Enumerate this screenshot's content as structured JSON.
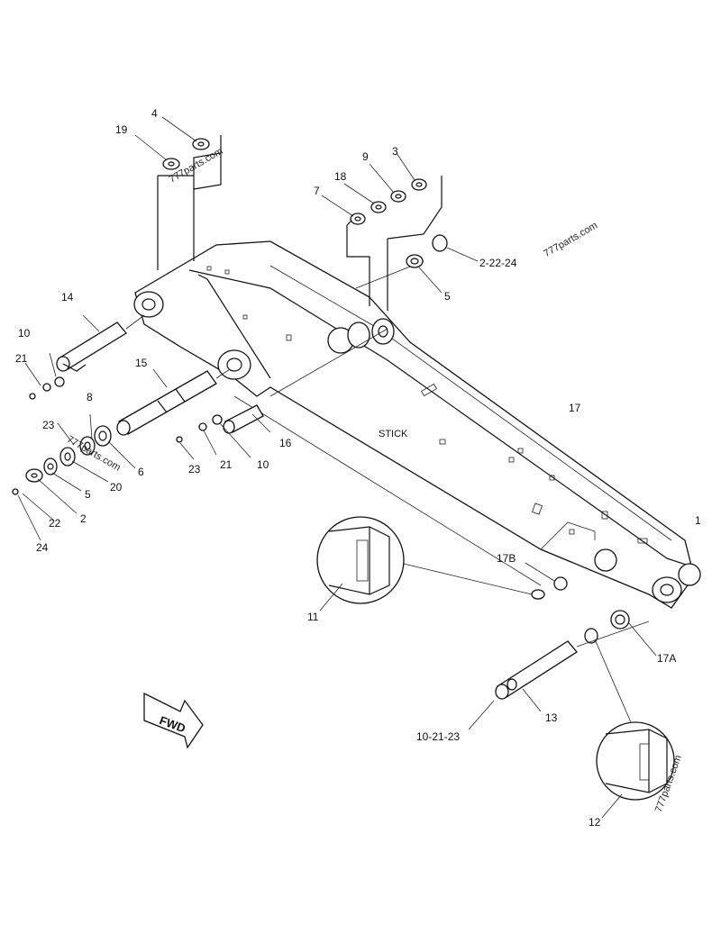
{
  "diagram": {
    "stick_label": "STICK",
    "fwd_label": "FWD",
    "watermark": "777parts.com",
    "callouts": {
      "c1": "1",
      "c2": "2",
      "c2_22_24": "2-22-24",
      "c3": "3",
      "c4": "4",
      "c5_top": "5",
      "c5_left": "5",
      "c6": "6",
      "c7": "7",
      "c8": "8",
      "c9": "9",
      "c10_left": "10",
      "c10_mid": "10",
      "c10_21_23": "10-21-23",
      "c11": "11",
      "c12": "12",
      "c13": "13",
      "c14": "14",
      "c15": "15",
      "c16": "16",
      "c17": "17",
      "c17A": "17A",
      "c17B": "17B",
      "c18": "18",
      "c19": "19",
      "c20": "20",
      "c21_left": "21",
      "c21_mid": "21",
      "c22": "22",
      "c23_left": "23",
      "c23_mid": "23",
      "c24": "24"
    }
  }
}
